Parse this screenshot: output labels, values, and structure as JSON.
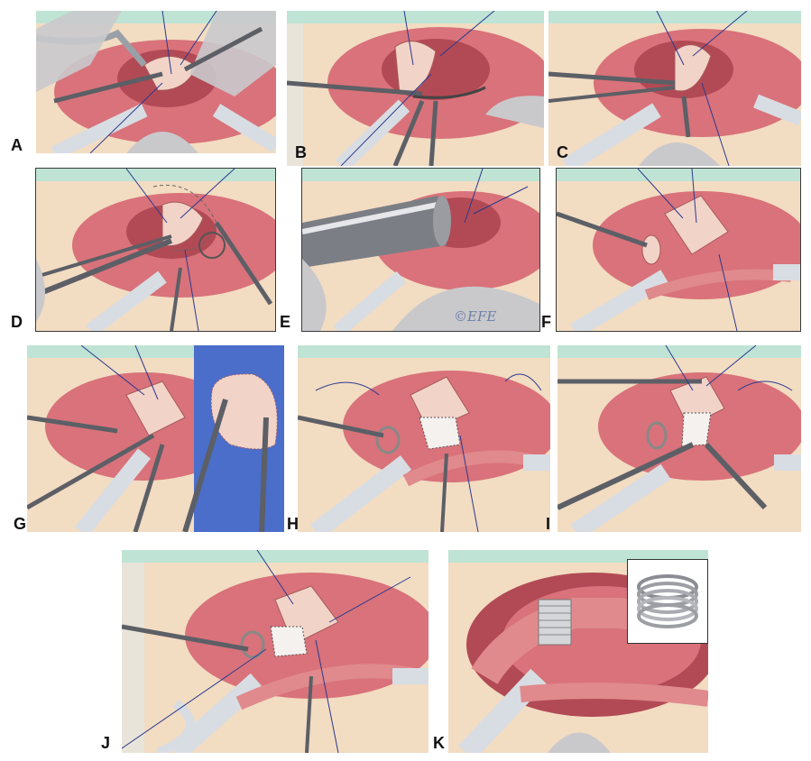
{
  "figure": {
    "panels": [
      {
        "id": "A",
        "label": "A",
        "description": "surgical-field"
      },
      {
        "id": "B",
        "label": "B",
        "description": "surgical-field"
      },
      {
        "id": "C",
        "label": "C",
        "description": "surgical-field"
      },
      {
        "id": "D",
        "label": "D",
        "description": "surgical-field"
      },
      {
        "id": "E",
        "label": "E",
        "description": "surgical-field"
      },
      {
        "id": "F",
        "label": "F",
        "description": "surgical-field"
      },
      {
        "id": "G",
        "label": "G",
        "description": "surgical-field"
      },
      {
        "id": "H",
        "label": "H",
        "description": "surgical-field"
      },
      {
        "id": "I",
        "label": "I",
        "description": "surgical-field"
      },
      {
        "id": "J",
        "label": "J",
        "description": "surgical-field"
      },
      {
        "id": "K",
        "label": "K",
        "description": "surgical-field"
      }
    ],
    "copyright": "©EFE",
    "colors": {
      "tissue": "#d9727a",
      "tissue_dark": "#b24a55",
      "tissue_light": "#f0b5b3",
      "leaflet": "#f2d3c8",
      "drape_green": "#bfe3d4",
      "skin": "#f2dcc2",
      "instrument": "#5c5f66",
      "tubing": "#d8dde3",
      "suture_blue": "#2a3a8f",
      "patch_blue": "#4a6ec9",
      "glove": "#c9c9cc"
    }
  }
}
